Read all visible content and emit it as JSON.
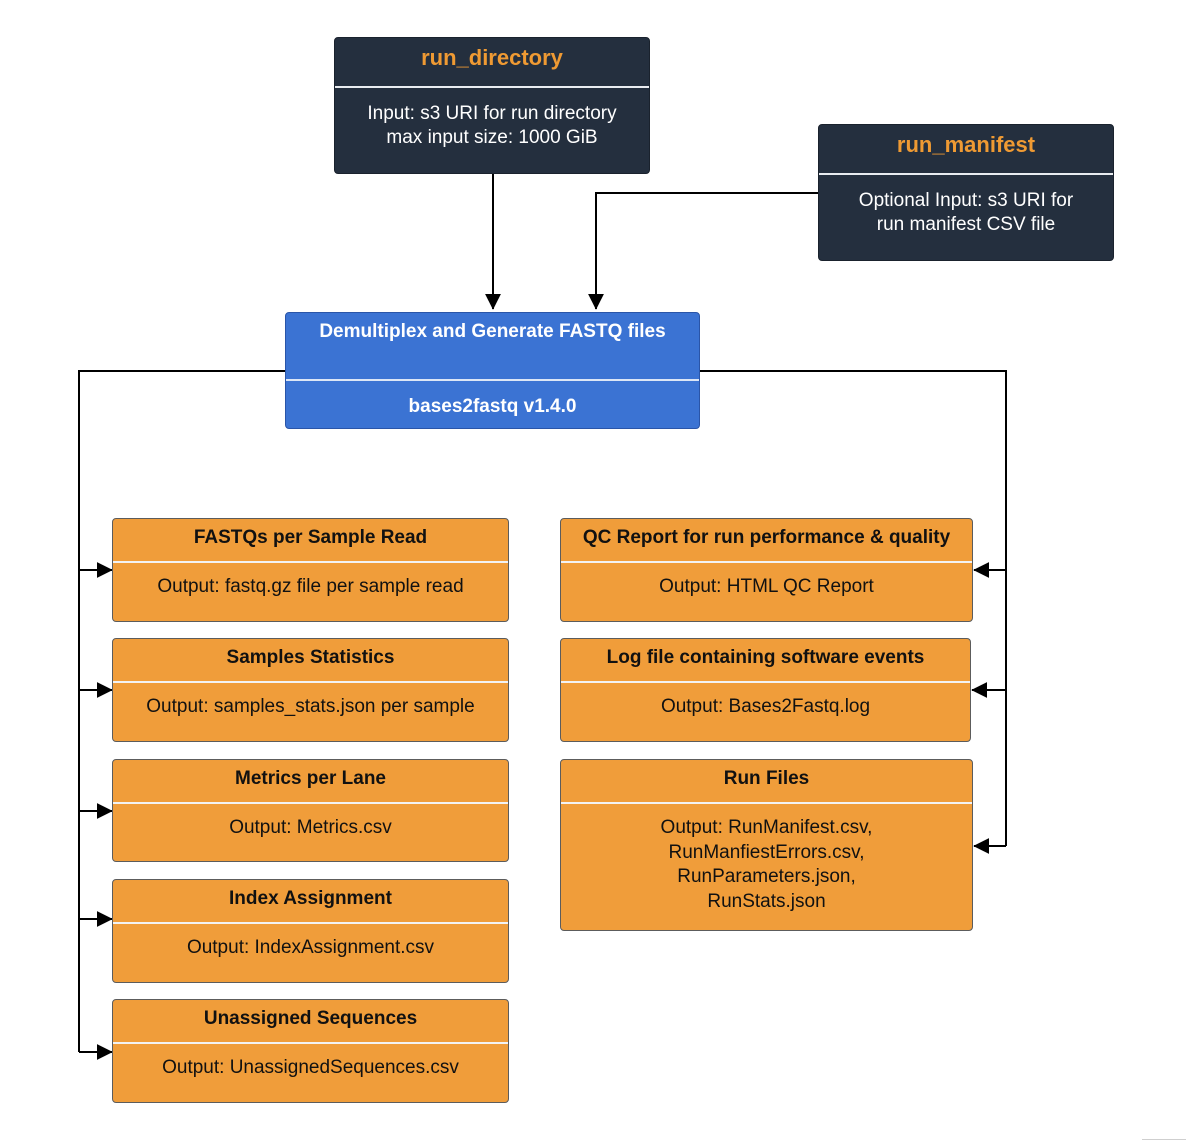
{
  "colors": {
    "input_bg": "#242f3e",
    "input_title": "#ef9a33",
    "process_bg": "#3b73d3",
    "output_bg": "#f09d3a",
    "connector": "#000000"
  },
  "inputs": [
    {
      "title": "run_directory",
      "lines": [
        "Input: s3 URI for run directory",
        "max input size: 1000 GiB"
      ]
    },
    {
      "title": "run_manifest",
      "lines": [
        "Optional Input: s3 URI for",
        "run manifest CSV file"
      ]
    }
  ],
  "process": {
    "title": "Demultiplex and Generate FASTQ files",
    "tool": "bases2fastq v1.4.0"
  },
  "outputs_left": [
    {
      "title": "FASTQs per Sample Read",
      "lines": [
        "Output: fastq.gz file per sample read"
      ]
    },
    {
      "title": "Samples Statistics",
      "lines": [
        "Output: samples_stats.json per sample"
      ]
    },
    {
      "title": "Metrics per Lane",
      "lines": [
        "Output: Metrics.csv"
      ]
    },
    {
      "title": "Index Assignment",
      "lines": [
        "Output: IndexAssignment.csv"
      ]
    },
    {
      "title": "Unassigned Sequences",
      "lines": [
        "Output: UnassignedSequences.csv"
      ]
    }
  ],
  "outputs_right": [
    {
      "title": "QC Report for run performance & quality",
      "lines": [
        "Output: HTML QC Report"
      ]
    },
    {
      "title": "Log file containing software events",
      "lines": [
        "Output: Bases2Fastq.log"
      ]
    },
    {
      "title": "Run Files",
      "lines": [
        "Output: RunManifest.csv,",
        "RunManfiestErrors.csv,",
        "RunParameters.json,",
        "RunStats.json"
      ]
    }
  ]
}
